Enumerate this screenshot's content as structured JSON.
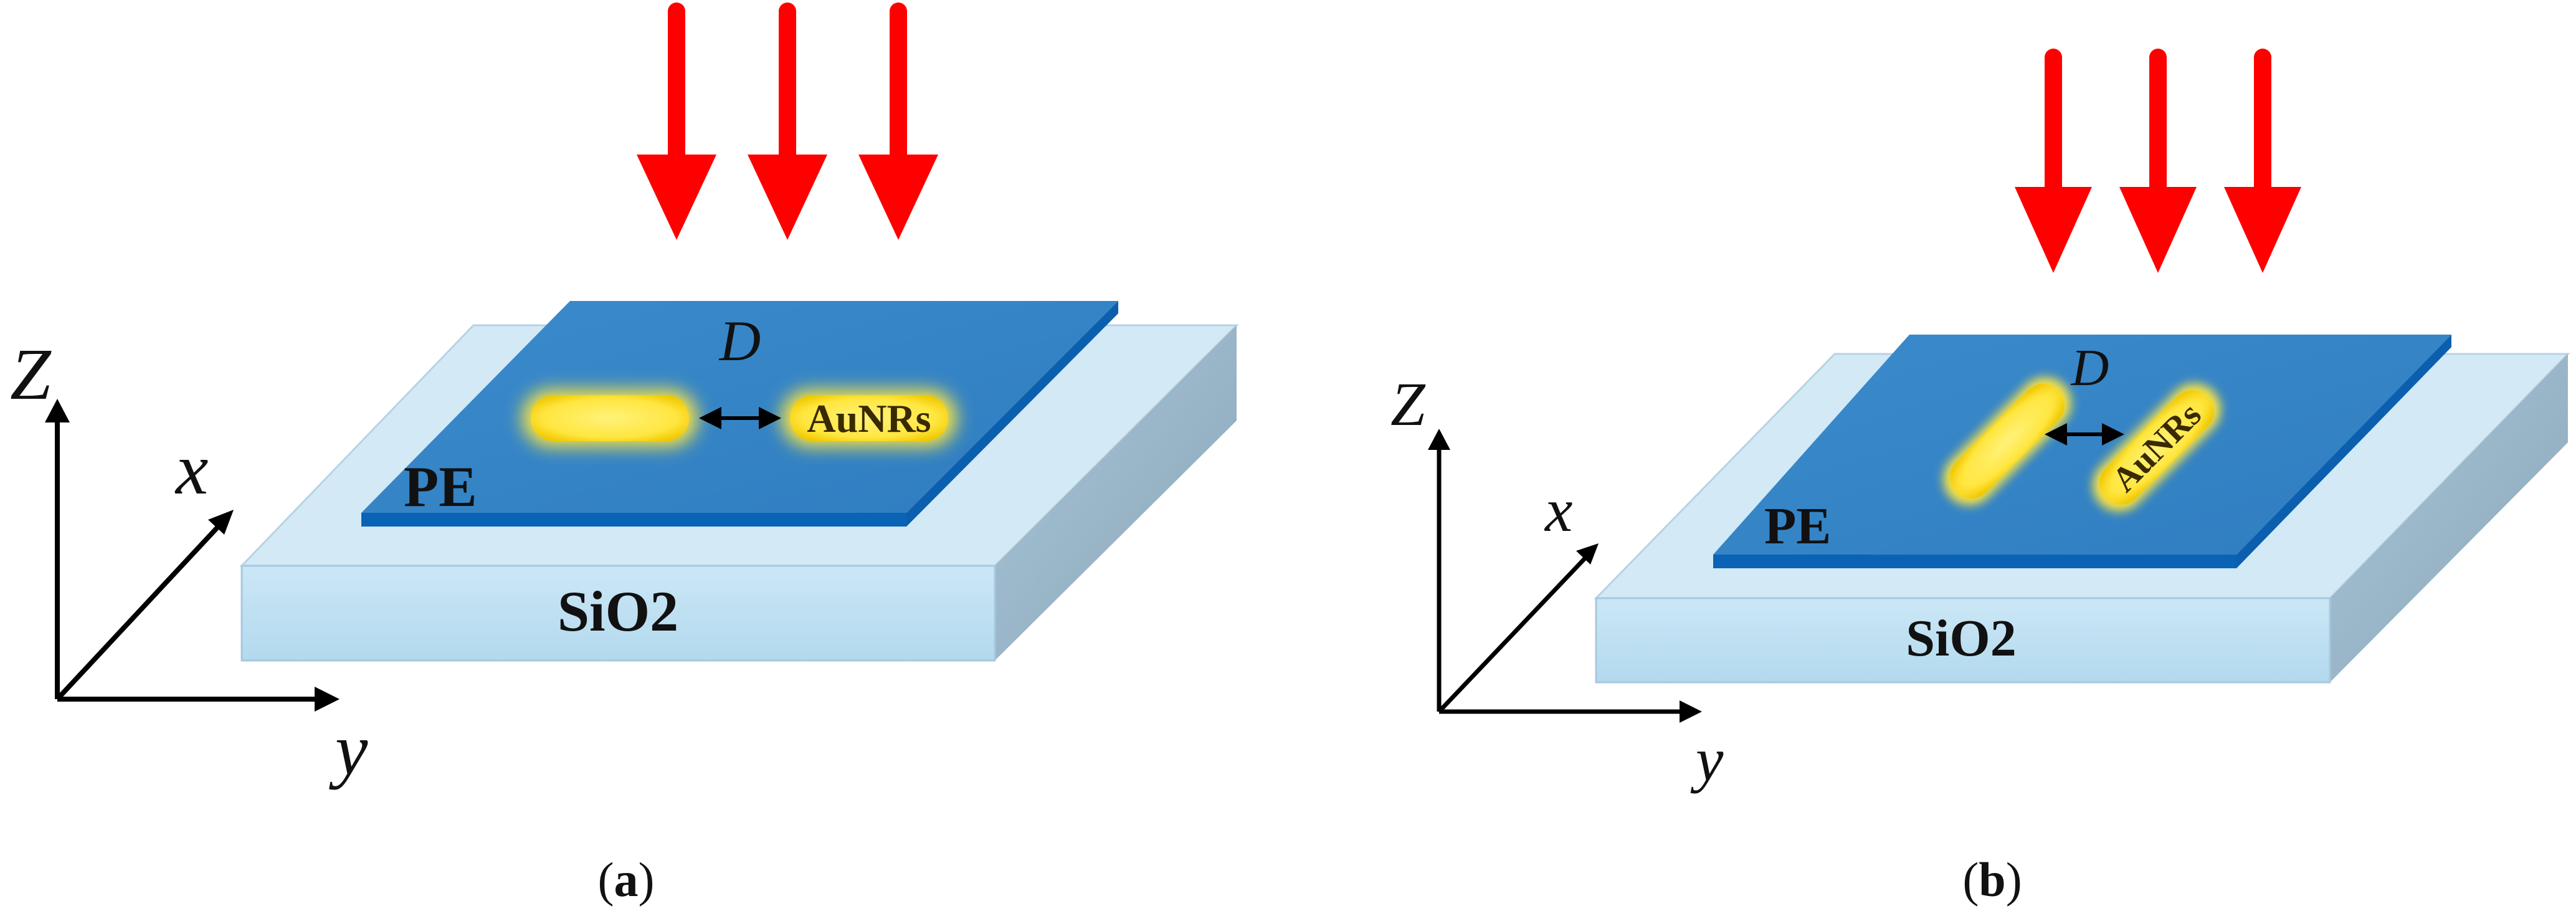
{
  "colors": {
    "arrow": "#ff0000",
    "pe_top": "#3787c8",
    "pe_side": "#0b63b5",
    "sio2_top": "#d3e9f6",
    "sio2_front": "#bde0f2",
    "sio2_side": "#9db8c9",
    "nanorod": "#ffe640",
    "axis": "#000000"
  },
  "panels": [
    {
      "caption_open": "(",
      "caption_letter": "a",
      "caption_close": ")",
      "axes": {
        "z": "Z",
        "x": "x",
        "y": "y"
      },
      "layers": {
        "pe": "PE",
        "substrate": "SiO2"
      },
      "gap_label": "D",
      "nanorod_label": "AuNRs"
    },
    {
      "caption_open": "(",
      "caption_letter": "b",
      "caption_close": ")",
      "axes": {
        "z": "Z",
        "x": "x",
        "y": "y"
      },
      "layers": {
        "pe": "PE",
        "substrate": "SiO2"
      },
      "gap_label": "D",
      "nanorod_label": "AuNRs"
    }
  ]
}
